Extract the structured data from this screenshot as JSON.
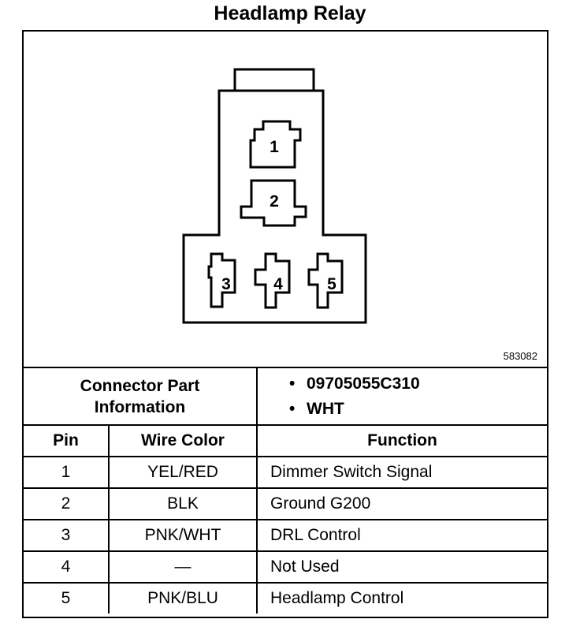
{
  "title": "Headlamp Relay",
  "ref_number": "583082",
  "connector": {
    "pin_labels": [
      "1",
      "2",
      "3",
      "4",
      "5"
    ]
  },
  "info": {
    "label_line1": "Connector Part",
    "label_line2": "Information",
    "items": [
      "09705055C310",
      "WHT"
    ]
  },
  "table": {
    "headers": {
      "pin": "Pin",
      "wire": "Wire Color",
      "function": "Function"
    },
    "rows": [
      {
        "pin": "1",
        "wire": "YEL/RED",
        "function": "Dimmer Switch Signal"
      },
      {
        "pin": "2",
        "wire": "BLK",
        "function": "Ground G200"
      },
      {
        "pin": "3",
        "wire": "PNK/WHT",
        "function": "DRL Control"
      },
      {
        "pin": "4",
        "wire": "—",
        "function": "Not Used"
      },
      {
        "pin": "5",
        "wire": "PNK/BLU",
        "function": "Headlamp Control"
      }
    ]
  }
}
